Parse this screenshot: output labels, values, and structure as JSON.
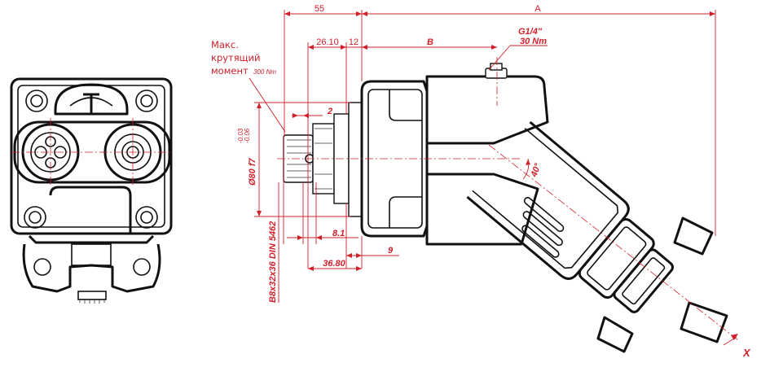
{
  "drawing": {
    "max_torque_label": "Макс.\nкрутящий\nмомент",
    "max_torque_value": "300 Nm",
    "port_label": "G1/4\"",
    "port_torque": "30 Nm",
    "spline_spec": "B8x32x36 DIN 5462",
    "shaft_diameter": "Ø80 f7",
    "shaft_tol_upper": "-0.03",
    "shaft_tol_lower": "-0.06",
    "angle": "40°",
    "axis_label": "X"
  },
  "dimensions": {
    "d55": "55",
    "dA": "A",
    "d2610": "26.10",
    "d12": "12",
    "dB": "B",
    "d2": "2",
    "d81": "8.1",
    "d9": "9",
    "d3680": "36.80"
  },
  "colors": {
    "dimension": "#d0202a",
    "outline": "#111111"
  }
}
